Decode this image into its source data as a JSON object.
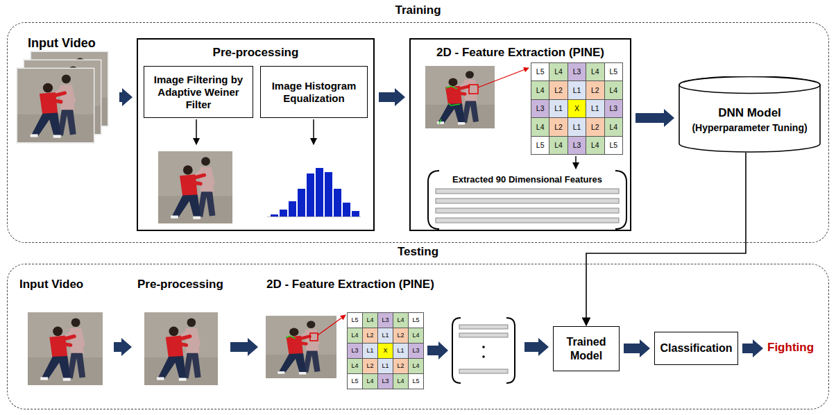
{
  "diagram": {
    "nodes": [
      {
        "text": [
          "Training"
        ]
      },
      {
        "text": [
          "Input Video"
        ],
        "in": 0
      },
      {
        "text": [
          "Pre-processing"
        ],
        "in": 0
      },
      {
        "text": [
          "Image Filtering by Adaptive Weiner Filter"
        ],
        "in": 2
      },
      {
        "text": [
          "Image Histogram Equalization"
        ],
        "in": 2
      },
      {
        "text": [
          "2D - Feature Extraction (PINE)"
        ],
        "in": 0
      },
      {
        "text": [
          "DNN Model",
          "(Hyperparameter Tuning)"
        ],
        "in": 0
      },
      {
        "text": [
          "Testing"
        ]
      },
      {
        "text": [
          "Input Video"
        ],
        "in": 7
      },
      {
        "text": [
          "Pre-processing"
        ],
        "in": 7
      },
      {
        "text": [
          "2D - Feature Extraction (PINE)"
        ],
        "in": 7
      },
      {
        "text": [
          "Trained Model"
        ],
        "in": 7
      },
      {
        "text": [
          "Classification"
        ],
        "in": 7
      },
      {
        "text": [
          "Fighting"
        ],
        "in": 7
      }
    ],
    "edges": [
      {
        "from": 1,
        "to": 2,
        "arrow": "to"
      },
      {
        "from": 2,
        "to": 5,
        "arrow": "to"
      },
      {
        "from": 5,
        "to": 6,
        "arrow": "to"
      },
      {
        "from": 6,
        "to": 11,
        "arrow": "to"
      },
      {
        "from": 8,
        "to": 9,
        "arrow": "to"
      },
      {
        "from": 9,
        "to": 10,
        "arrow": "to"
      },
      {
        "from": 10,
        "to": 11,
        "arrow": "to"
      },
      {
        "from": 11,
        "to": 12,
        "arrow": "to"
      },
      {
        "from": 12,
        "to": 13,
        "arrow": "to"
      }
    ],
    "labels": [
      "L5",
      "L4",
      "L3",
      "L4",
      "L5",
      "L4",
      "L2",
      "L1",
      "L2",
      "L4",
      "L3",
      "L1",
      "X",
      "L1",
      "L3",
      "L4",
      "L2",
      "L1",
      "L2",
      "L4",
      "L5",
      "L4",
      "L3",
      "L4",
      "L5",
      "Extracted 90 Dimensional Features",
      "L5",
      "L4",
      "L3",
      "L4",
      "L5",
      "L4",
      "L2",
      "L1",
      "L2",
      "L4",
      "L3",
      "L1",
      "X",
      "L1",
      "L3",
      "L4",
      "L2",
      "L1",
      "L2",
      "L4",
      "L5",
      "L4",
      "L3",
      "L4",
      "L5"
    ]
  }
}
